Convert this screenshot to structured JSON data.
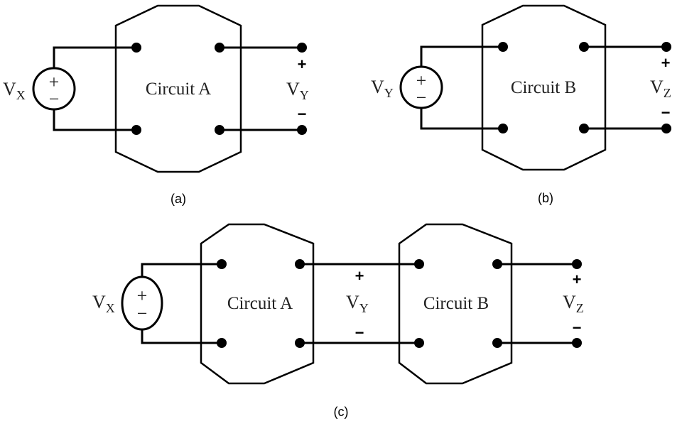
{
  "figure": {
    "panels": [
      {
        "id": "a",
        "caption": "(a)",
        "source": {
          "label": "V",
          "subscript": "X",
          "plus": "+",
          "minus": "−"
        },
        "blocks": [
          {
            "label": "Circuit A"
          }
        ],
        "output": {
          "label": "V",
          "subscript": "Y",
          "plus": "+",
          "minus": "−"
        }
      },
      {
        "id": "b",
        "caption": "(b)",
        "source": {
          "label": "V",
          "subscript": "Y",
          "plus": "+",
          "minus": "−"
        },
        "blocks": [
          {
            "label": "Circuit B"
          }
        ],
        "output": {
          "label": "V",
          "subscript": "Z",
          "plus": "+",
          "minus": "−"
        }
      },
      {
        "id": "c",
        "caption": "(c)",
        "source": {
          "label": "V",
          "subscript": "X",
          "plus": "+",
          "minus": "−"
        },
        "blocks": [
          {
            "label": "Circuit A"
          },
          {
            "label": "Circuit B"
          }
        ],
        "intermediate": {
          "label": "V",
          "subscript": "Y",
          "plus": "+",
          "minus": "−"
        },
        "output": {
          "label": "V",
          "subscript": "Z",
          "plus": "+",
          "minus": "−"
        }
      }
    ]
  }
}
